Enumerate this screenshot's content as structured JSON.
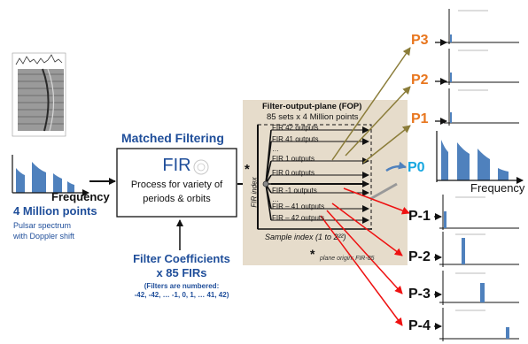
{
  "input": {
    "spectrum_label": "Frequency",
    "points_label": "4 Million points",
    "caption_line1": "Pulsar spectrum",
    "caption_line2": "with Doppler shift"
  },
  "matched_filtering": {
    "title": "Matched Filtering",
    "box_title": "FIR",
    "box_text_line1": "Process for variety of",
    "box_text_line2": "periods & orbits"
  },
  "coefficients": {
    "title_line1": "Filter Coefficients",
    "title_line2": "x 85 FIRs",
    "note_line1": "(Filters are numbered:",
    "note_line2": "-42, -42, … -1, 0, 1, … 41, 42)"
  },
  "fop": {
    "title_line1": "Filter-output-plane (FOP)",
    "title_line2": "85 sets x 4 Million points",
    "rows": [
      "FIR 42 outputs",
      "FIR 41 outputs",
      "…",
      "FIR  1 outputs",
      "FIR  0 outputs",
      "FIR -1 outputs",
      "…",
      "FIR – 41 outputs",
      "FIR – 42 outputs"
    ],
    "y_label": "FIR index",
    "x_label": "Sample index (1 to 2²²)",
    "star": "*",
    "origin_note": "plane origin: FIR-85",
    "star_marker": "*"
  },
  "outputs": {
    "labels": [
      "P3",
      "P2",
      "P1",
      "P0",
      "P-1",
      "P-2",
      "P-3",
      "P-4"
    ],
    "p0_axis_label": "Frequency"
  },
  "colors": {
    "title_blue": "#1f4e9a",
    "bar_blue": "#4f81bd",
    "positive_arrow": "#8b7d3a",
    "negative_arrow": "#ee1111",
    "p_positive_label": "#e8761e",
    "p0_label": "#17a7e0",
    "fop_background": "#e6dccb"
  }
}
